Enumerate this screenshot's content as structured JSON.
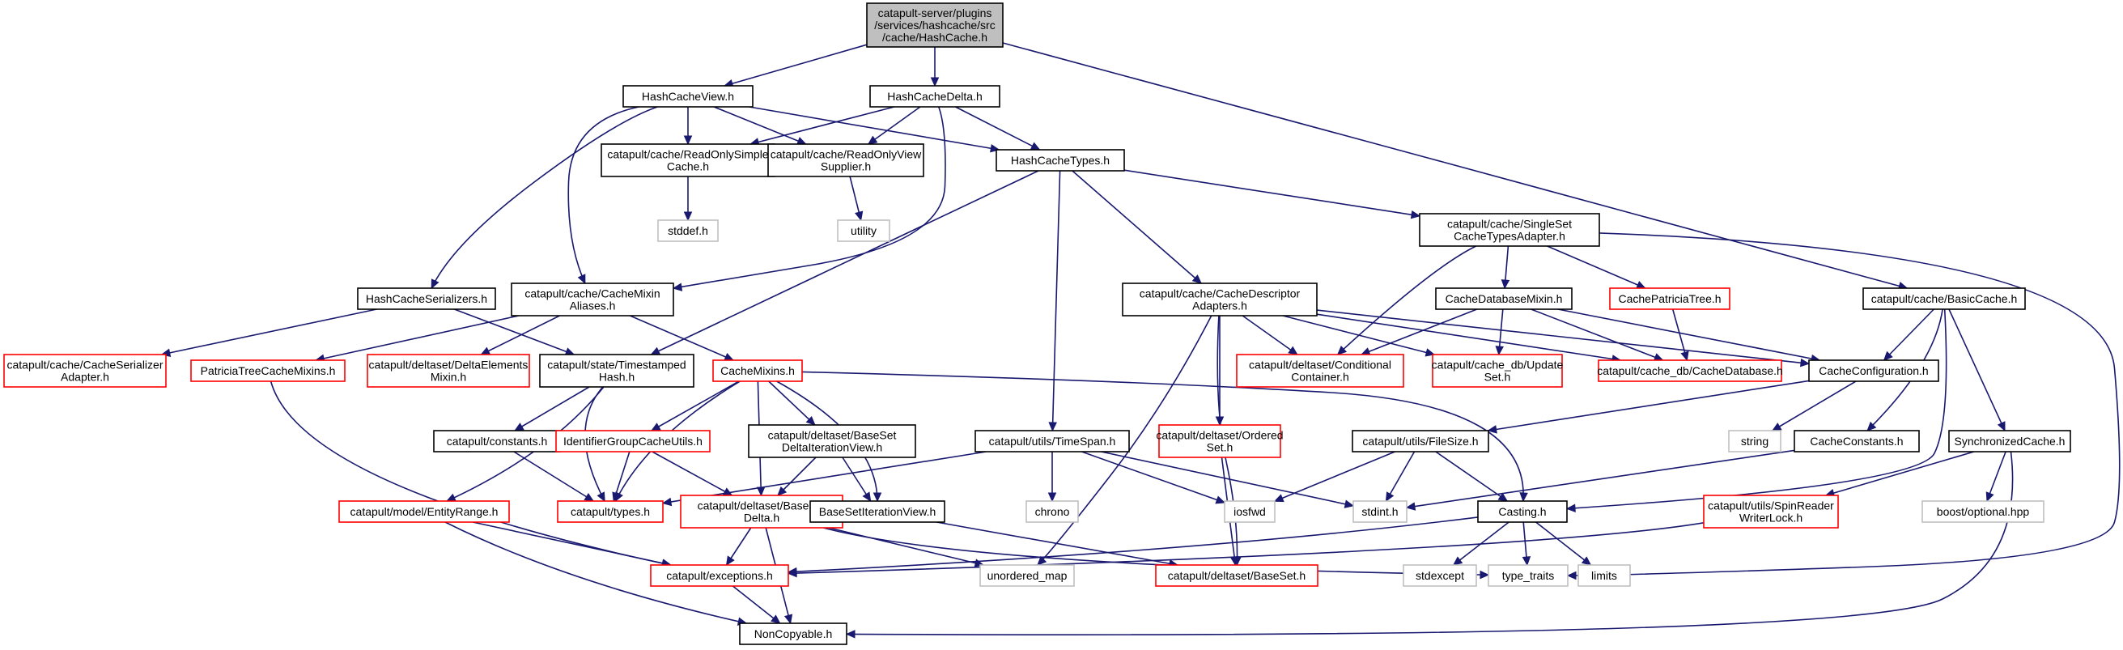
{
  "diagram": {
    "kind": "include-dependency-graph",
    "colors": {
      "edge": "#191970",
      "root_fill": "#bfbfbf",
      "normal_border": "#000000",
      "truncated_border": "#ff0000",
      "external_border": "#bfbfbf",
      "external_text": "#333333"
    },
    "nodes": [
      {
        "id": "root",
        "style": "root",
        "lines": [
          "catapult-server/plugins",
          "/services/hashcache/src",
          "/cache/HashCache.h"
        ]
      },
      {
        "id": "hcview",
        "style": "normal",
        "lines": [
          "HashCacheView.h"
        ]
      },
      {
        "id": "hcdelta",
        "style": "normal",
        "lines": [
          "HashCacheDelta.h"
        ]
      },
      {
        "id": "roscache",
        "style": "normal",
        "lines": [
          "catapult/cache/ReadOnlySimple",
          "Cache.h"
        ]
      },
      {
        "id": "rovsupp",
        "style": "normal",
        "lines": [
          "catapult/cache/ReadOnlyView",
          "Supplier.h"
        ]
      },
      {
        "id": "hctypes",
        "style": "normal",
        "lines": [
          "HashCacheTypes.h"
        ]
      },
      {
        "id": "stddef",
        "style": "external",
        "lines": [
          "stddef.h"
        ]
      },
      {
        "id": "utility",
        "style": "external",
        "lines": [
          "utility"
        ]
      },
      {
        "id": "ssadapter",
        "style": "normal",
        "lines": [
          "catapult/cache/SingleSet",
          "CacheTypesAdapter.h"
        ]
      },
      {
        "id": "hcser",
        "style": "normal",
        "lines": [
          "HashCacheSerializers.h"
        ]
      },
      {
        "id": "mixalias",
        "style": "normal",
        "lines": [
          "catapult/cache/CacheMixin",
          "Aliases.h"
        ]
      },
      {
        "id": "descadapt",
        "style": "normal",
        "lines": [
          "catapult/cache/CacheDescriptor",
          "Adapters.h"
        ]
      },
      {
        "id": "dbmixin",
        "style": "normal",
        "lines": [
          "CacheDatabaseMixin.h"
        ]
      },
      {
        "id": "ptree",
        "style": "truncated",
        "lines": [
          "CachePatriciaTree.h"
        ]
      },
      {
        "id": "basiccache",
        "style": "normal",
        "lines": [
          "catapult/cache/BasicCache.h"
        ]
      },
      {
        "id": "serialadapter",
        "style": "truncated",
        "lines": [
          "catapult/cache/CacheSerializer",
          "Adapter.h"
        ]
      },
      {
        "id": "ptmixins",
        "style": "truncated",
        "lines": [
          "PatriciaTreeCacheMixins.h"
        ]
      },
      {
        "id": "deltaelem",
        "style": "truncated",
        "lines": [
          "catapult/deltaset/DeltaElements",
          "Mixin.h"
        ]
      },
      {
        "id": "tshash",
        "style": "normal",
        "lines": [
          "catapult/state/Timestamped",
          "Hash.h"
        ]
      },
      {
        "id": "cachemixins",
        "style": "truncated",
        "lines": [
          "CacheMixins.h"
        ]
      },
      {
        "id": "condcont",
        "style": "truncated",
        "lines": [
          "catapult/deltaset/Conditional",
          "Container.h"
        ]
      },
      {
        "id": "updateset",
        "style": "truncated",
        "lines": [
          "catapult/cache_db/Update",
          "Set.h"
        ]
      },
      {
        "id": "cachedb",
        "style": "truncated",
        "lines": [
          "catapult/cache_db/CacheDatabase.h"
        ]
      },
      {
        "id": "cacheconfig",
        "style": "normal",
        "lines": [
          "CacheConfiguration.h"
        ]
      },
      {
        "id": "constants",
        "style": "normal",
        "lines": [
          "catapult/constants.h"
        ]
      },
      {
        "id": "idgroup",
        "style": "truncated",
        "lines": [
          "IdentifierGroupCacheUtils.h"
        ]
      },
      {
        "id": "bsdeltaiter",
        "style": "normal",
        "lines": [
          "catapult/deltaset/BaseSet",
          "DeltaIterationView.h"
        ]
      },
      {
        "id": "timespan",
        "style": "normal",
        "lines": [
          "catapult/utils/TimeSpan.h"
        ]
      },
      {
        "id": "orderedset",
        "style": "truncated",
        "lines": [
          "catapult/deltaset/Ordered",
          "Set.h"
        ]
      },
      {
        "id": "filesize",
        "style": "normal",
        "lines": [
          "catapult/utils/FileSize.h"
        ]
      },
      {
        "id": "string",
        "style": "external",
        "lines": [
          "string"
        ]
      },
      {
        "id": "cconstants",
        "style": "normal",
        "lines": [
          "CacheConstants.h"
        ]
      },
      {
        "id": "synccache",
        "style": "normal",
        "lines": [
          "SynchronizedCache.h"
        ]
      },
      {
        "id": "entityrange",
        "style": "truncated",
        "lines": [
          "catapult/model/EntityRange.h"
        ]
      },
      {
        "id": "types",
        "style": "truncated",
        "lines": [
          "catapult/types.h"
        ]
      },
      {
        "id": "bsdelta",
        "style": "truncated",
        "lines": [
          "catapult/deltaset/BaseSet",
          "Delta.h"
        ]
      },
      {
        "id": "bsiter",
        "style": "normal",
        "lines": [
          "BaseSetIterationView.h"
        ]
      },
      {
        "id": "chrono",
        "style": "external",
        "lines": [
          "chrono"
        ]
      },
      {
        "id": "iosfwd",
        "style": "external",
        "lines": [
          "iosfwd"
        ]
      },
      {
        "id": "stdint",
        "style": "external",
        "lines": [
          "stdint.h"
        ]
      },
      {
        "id": "casting",
        "style": "normal",
        "lines": [
          "Casting.h"
        ]
      },
      {
        "id": "spinreader",
        "style": "truncated",
        "lines": [
          "catapult/utils/SpinReader",
          "WriterLock.h"
        ]
      },
      {
        "id": "boostopt",
        "style": "external",
        "lines": [
          "boost/optional.hpp"
        ]
      },
      {
        "id": "exceptions",
        "style": "truncated",
        "lines": [
          "catapult/exceptions.h"
        ]
      },
      {
        "id": "umap",
        "style": "external",
        "lines": [
          "unordered_map"
        ]
      },
      {
        "id": "baseset",
        "style": "truncated",
        "lines": [
          "catapult/deltaset/BaseSet.h"
        ]
      },
      {
        "id": "stdexcept",
        "style": "external",
        "lines": [
          "stdexcept"
        ]
      },
      {
        "id": "typetraits",
        "style": "external",
        "lines": [
          "type_traits"
        ]
      },
      {
        "id": "limits",
        "style": "external",
        "lines": [
          "limits"
        ]
      },
      {
        "id": "noncopy",
        "style": "normal",
        "lines": [
          "NonCopyable.h"
        ]
      }
    ]
  }
}
